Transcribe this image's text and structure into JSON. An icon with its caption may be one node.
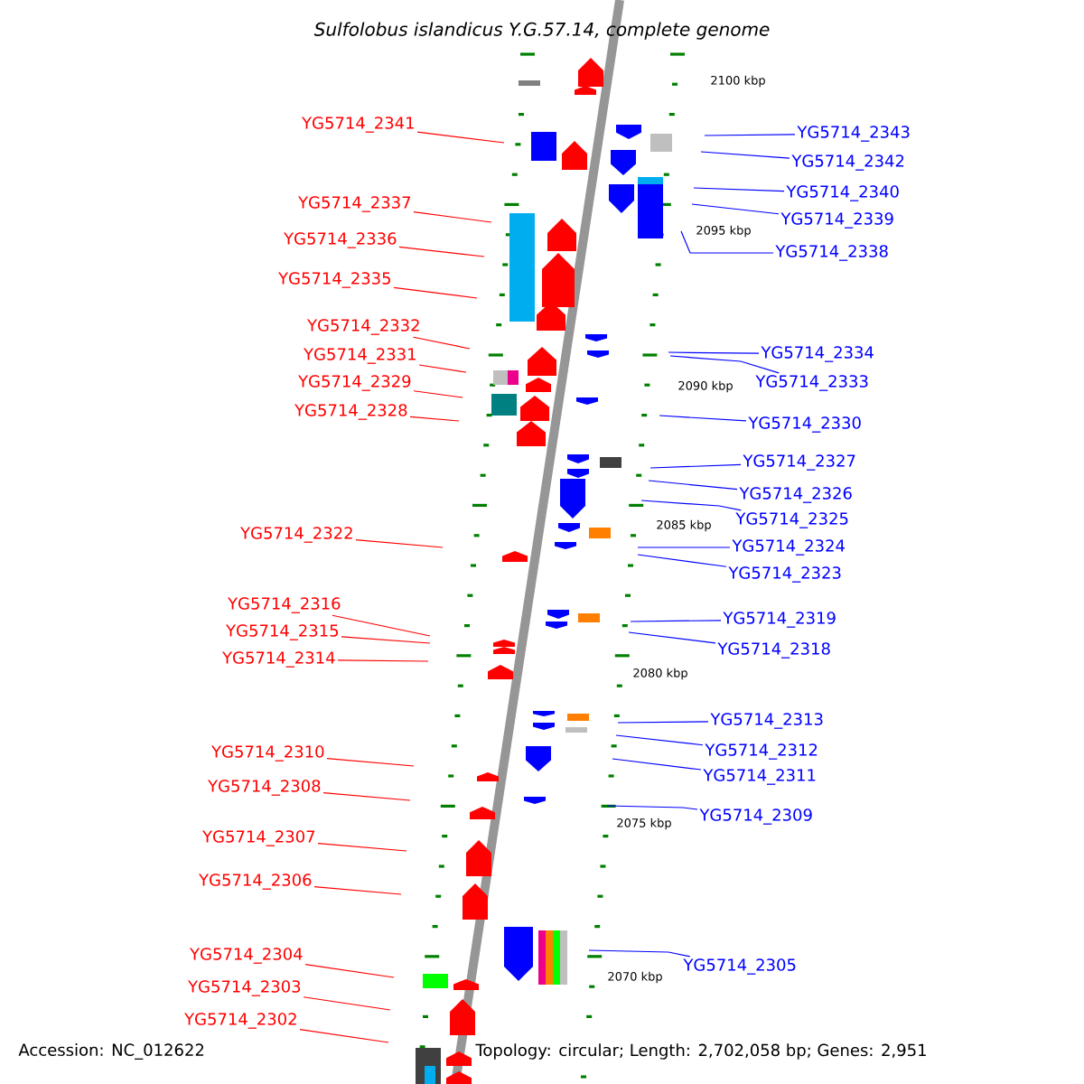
{
  "diagram": {
    "title": "Sulfolobus islandicus Y.G.57.14, complete genome",
    "nodes": [
      {
        "text": [
          "YG5714_2341"
        ]
      },
      {
        "text": [
          "YG5714_2343"
        ]
      },
      {
        "text": [
          "YG5714_2342"
        ]
      },
      {
        "text": [
          "YG5714_2340"
        ]
      },
      {
        "text": [
          "YG5714_2337"
        ]
      },
      {
        "text": [
          "YG5714_2339"
        ]
      },
      {
        "text": [
          "YG5714_2336"
        ]
      },
      {
        "text": [
          "YG5714_2338"
        ]
      },
      {
        "text": [
          "YG5714_2335"
        ]
      },
      {
        "text": [
          "YG5714_2332"
        ]
      },
      {
        "text": [
          "YG5714_2334"
        ]
      },
      {
        "text": [
          "YG5714_2331"
        ]
      },
      {
        "text": [
          "YG5714_2329"
        ]
      },
      {
        "text": [
          "YG5714_2333"
        ]
      },
      {
        "text": [
          "YG5714_2328"
        ]
      },
      {
        "text": [
          "YG5714_2330"
        ]
      },
      {
        "text": [
          "YG5714_2327"
        ]
      },
      {
        "text": [
          "YG5714_2326"
        ]
      },
      {
        "text": [
          "YG5714_2325"
        ]
      },
      {
        "text": [
          "YG5714_2322"
        ]
      },
      {
        "text": [
          "YG5714_2324"
        ]
      },
      {
        "text": [
          "YG5714_2323"
        ]
      },
      {
        "text": [
          "YG5714_2316"
        ]
      },
      {
        "text": [
          "YG5714_2319"
        ]
      },
      {
        "text": [
          "YG5714_2315"
        ]
      },
      {
        "text": [
          "YG5714_2318"
        ]
      },
      {
        "text": [
          "YG5714_2314"
        ]
      },
      {
        "text": [
          "YG5714_2313"
        ]
      },
      {
        "text": [
          "YG5714_2310"
        ]
      },
      {
        "text": [
          "YG5714_2312"
        ]
      },
      {
        "text": [
          "YG5714_2311"
        ]
      },
      {
        "text": [
          "YG5714_2308"
        ]
      },
      {
        "text": [
          "YG5714_2309"
        ]
      },
      {
        "text": [
          "YG5714_2307"
        ]
      },
      {
        "text": [
          "YG5714_2306"
        ]
      },
      {
        "text": [
          "YG5714_2304"
        ]
      },
      {
        "text": [
          "YG5714_2305"
        ]
      },
      {
        "text": [
          "YG5714_2303"
        ]
      },
      {
        "text": [
          "YG5714_2302"
        ]
      }
    ],
    "edges": [
      {
        "from": 0,
        "to": null,
        "arrow": "none",
        "color": "#ff0000"
      },
      {
        "from": 1,
        "to": null,
        "arrow": "none"
      },
      {
        "from": 2,
        "to": null,
        "arrow": "none"
      },
      {
        "from": 3,
        "to": null,
        "arrow": "none"
      },
      {
        "from": 4,
        "to": null,
        "arrow": "none",
        "color": "#ff0000"
      },
      {
        "from": 5,
        "to": null,
        "arrow": "none"
      },
      {
        "from": 6,
        "to": null,
        "arrow": "none",
        "color": "#ff0000"
      },
      {
        "from": 7,
        "to": null,
        "arrow": "none"
      },
      {
        "from": 8,
        "to": null,
        "arrow": "none",
        "color": "#ff0000"
      },
      {
        "from": 9,
        "to": null,
        "arrow": "none",
        "color": "#ff0000"
      },
      {
        "from": 10,
        "to": null,
        "arrow": "none"
      },
      {
        "from": 11,
        "to": null,
        "arrow": "none",
        "color": "#ff0000"
      },
      {
        "from": 12,
        "to": null,
        "arrow": "none",
        "color": "#ff0000"
      },
      {
        "from": 13,
        "to": null,
        "arrow": "none"
      },
      {
        "from": 14,
        "to": null,
        "arrow": "none",
        "color": "#ff0000"
      },
      {
        "from": 15,
        "to": null,
        "arrow": "none"
      },
      {
        "from": 16,
        "to": null,
        "arrow": "none"
      },
      {
        "from": 17,
        "to": null,
        "arrow": "none"
      },
      {
        "from": 18,
        "to": null,
        "arrow": "none"
      },
      {
        "from": 19,
        "to": null,
        "arrow": "none",
        "color": "#ff0000"
      },
      {
        "from": 20,
        "to": null,
        "arrow": "none"
      },
      {
        "from": 21,
        "to": null,
        "arrow": "none"
      },
      {
        "from": 22,
        "to": null,
        "arrow": "none",
        "color": "#ff0000"
      },
      {
        "from": 23,
        "to": null,
        "arrow": "none"
      },
      {
        "from": 24,
        "to": null,
        "arrow": "none",
        "color": "#ff0000"
      },
      {
        "from": 25,
        "to": null,
        "arrow": "none"
      },
      {
        "from": 26,
        "to": null,
        "arrow": "none",
        "color": "#ff0000"
      },
      {
        "from": 27,
        "to": null,
        "arrow": "none"
      },
      {
        "from": 28,
        "to": null,
        "arrow": "none",
        "color": "#ff0000"
      },
      {
        "from": 29,
        "to": null,
        "arrow": "none"
      },
      {
        "from": 30,
        "to": null,
        "arrow": "none"
      },
      {
        "from": 31,
        "to": null,
        "arrow": "none",
        "color": "#ff0000"
      },
      {
        "from": 32,
        "to": null,
        "arrow": "none"
      },
      {
        "from": 33,
        "to": null,
        "arrow": "none",
        "color": "#ff0000"
      },
      {
        "from": 34,
        "to": null,
        "arrow": "none",
        "color": "#ff0000"
      },
      {
        "from": 35,
        "to": null,
        "arrow": "none",
        "color": "#ff0000"
      },
      {
        "from": 36,
        "to": null,
        "arrow": "none"
      },
      {
        "from": 37,
        "to": null,
        "arrow": "none",
        "color": "#ff0000"
      },
      {
        "from": 38,
        "to": null,
        "arrow": "none",
        "color": "#ff0000"
      }
    ],
    "labels": [
      "2100 kbp",
      "2095 kbp",
      "2090 kbp",
      "2085 kbp",
      "2080 kbp",
      "2075 kbp",
      "2070 kbp",
      "Accession: NC_012622",
      "Topology: circular; Length: 2,702,058 bp; Genes: 2,951"
    ]
  }
}
